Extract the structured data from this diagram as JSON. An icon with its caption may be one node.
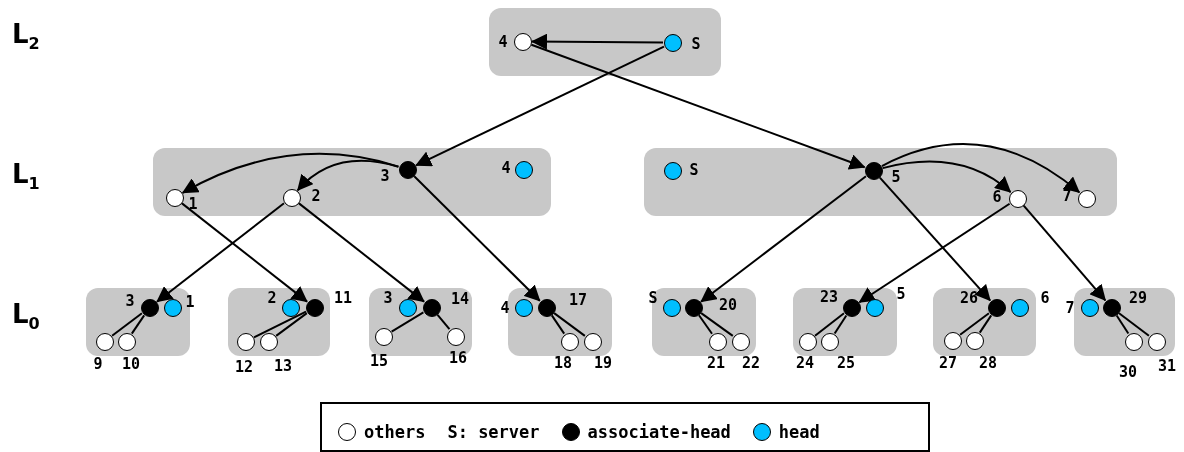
{
  "diagram": {
    "nodes": [
      {
        "text": [],
        "shape": "box"
      },
      {
        "text": [],
        "shape": "circle",
        "beside": [
          "4"
        ],
        "in": 0
      },
      {
        "text": [],
        "shape": "circle",
        "beside": [
          "S"
        ],
        "in": 0
      },
      {
        "text": [],
        "shape": "box"
      },
      {
        "text": [],
        "shape": "circle",
        "beside": [
          "1"
        ],
        "in": 3
      },
      {
        "text": [],
        "shape": "circle",
        "beside": [
          "2"
        ],
        "in": 3
      },
      {
        "text": [],
        "shape": "circle",
        "beside": [
          "3"
        ],
        "in": 3
      },
      {
        "text": [],
        "shape": "circle",
        "beside": [
          "4"
        ],
        "in": 3
      },
      {
        "text": [],
        "shape": "box"
      },
      {
        "text": [],
        "shape": "circle",
        "beside": [
          "S"
        ],
        "in": 8
      },
      {
        "text": [],
        "shape": "circle",
        "beside": [
          "5"
        ],
        "in": 8
      },
      {
        "text": [],
        "shape": "circle",
        "beside": [
          "6"
        ],
        "in": 8
      },
      {
        "text": [],
        "shape": "circle",
        "beside": [
          "7"
        ],
        "in": 8
      },
      {
        "text": [],
        "shape": "box"
      },
      {
        "text": [],
        "shape": "circle",
        "beside": [
          "3"
        ],
        "in": 13
      },
      {
        "text": [],
        "shape": "circle",
        "beside": [
          "1"
        ],
        "in": 13
      },
      {
        "text": [],
        "shape": "circle",
        "beside": [
          "9"
        ],
        "in": 13
      },
      {
        "text": [],
        "shape": "circle",
        "beside": [
          "10"
        ],
        "in": 13
      },
      {
        "text": [],
        "shape": "box"
      },
      {
        "text": [],
        "shape": "circle",
        "beside": [
          "2"
        ],
        "in": 18
      },
      {
        "text": [],
        "shape": "circle",
        "beside": [
          "11"
        ],
        "in": 18
      },
      {
        "text": [],
        "shape": "circle",
        "beside": [
          "12"
        ],
        "in": 18
      },
      {
        "text": [],
        "shape": "circle",
        "beside": [
          "13"
        ],
        "in": 18
      },
      {
        "text": [],
        "shape": "box"
      },
      {
        "text": [],
        "shape": "circle",
        "beside": [
          "3"
        ],
        "in": 23
      },
      {
        "text": [],
        "shape": "circle",
        "beside": [
          "14"
        ],
        "in": 23
      },
      {
        "text": [],
        "shape": "circle",
        "beside": [
          "15"
        ],
        "in": 23
      },
      {
        "text": [],
        "shape": "circle",
        "beside": [
          "16"
        ],
        "in": 23
      },
      {
        "text": [],
        "shape": "box"
      },
      {
        "text": [],
        "shape": "circle",
        "beside": [
          "4"
        ],
        "in": 28
      },
      {
        "text": [],
        "shape": "circle",
        "beside": [
          "17"
        ],
        "in": 28
      },
      {
        "text": [],
        "shape": "circle",
        "beside": [
          "18"
        ],
        "in": 28
      },
      {
        "text": [],
        "shape": "circle",
        "beside": [
          "19"
        ],
        "in": 28
      },
      {
        "text": [],
        "shape": "box"
      },
      {
        "text": [],
        "shape": "circle",
        "beside": [
          "S"
        ],
        "in": 33
      },
      {
        "text": [],
        "shape": "circle",
        "beside": [
          "20"
        ],
        "in": 33
      },
      {
        "text": [],
        "shape": "circle",
        "beside": [
          "21"
        ],
        "in": 33
      },
      {
        "text": [],
        "shape": "circle",
        "beside": [
          "22"
        ],
        "in": 33
      },
      {
        "text": [],
        "shape": "box"
      },
      {
        "text": [],
        "shape": "circle",
        "beside": [
          "23"
        ],
        "in": 38
      },
      {
        "text": [],
        "shape": "circle",
        "beside": [
          "5"
        ],
        "in": 38
      },
      {
        "text": [],
        "shape": "circle",
        "beside": [
          "24"
        ],
        "in": 38
      },
      {
        "text": [],
        "shape": "circle",
        "beside": [
          "25"
        ],
        "in": 38
      },
      {
        "text": [],
        "shape": "box"
      },
      {
        "text": [],
        "shape": "circle",
        "beside": [
          "26"
        ],
        "in": 43
      },
      {
        "text": [],
        "shape": "circle",
        "beside": [
          "6"
        ],
        "in": 43
      },
      {
        "text": [],
        "shape": "circle",
        "beside": [
          "27"
        ],
        "in": 43
      },
      {
        "text": [],
        "shape": "circle",
        "beside": [
          "28"
        ],
        "in": 43
      },
      {
        "text": [],
        "shape": "box"
      },
      {
        "text": [],
        "shape": "circle",
        "beside": [
          "7"
        ],
        "in": 48
      },
      {
        "text": [],
        "shape": "circle",
        "beside": [
          "29"
        ],
        "in": 48
      },
      {
        "text": [],
        "shape": "circle",
        "beside": [
          "30"
        ],
        "in": 48
      },
      {
        "text": [],
        "shape": "circle",
        "beside": [
          "31"
        ],
        "in": 48
      }
    ],
    "edges": [
      {
        "from": 2,
        "to": 1,
        "arrow": "to"
      },
      {
        "from": 2,
        "to": 6,
        "arrow": "to"
      },
      {
        "from": 1,
        "to": 10,
        "arrow": "to"
      },
      {
        "from": 6,
        "to": 4,
        "arrow": "to"
      },
      {
        "from": 6,
        "to": 5,
        "arrow": "to"
      },
      {
        "from": 10,
        "to": 11,
        "arrow": "to"
      },
      {
        "from": 10,
        "to": 12,
        "arrow": "to"
      },
      {
        "from": 5,
        "to": 14,
        "arrow": "to"
      },
      {
        "from": 4,
        "to": 20,
        "arrow": "to"
      },
      {
        "from": 5,
        "to": 25,
        "arrow": "to"
      },
      {
        "from": 6,
        "to": 30,
        "arrow": "to"
      },
      {
        "from": 10,
        "to": 35,
        "arrow": "to"
      },
      {
        "from": 11,
        "to": 39,
        "arrow": "to"
      },
      {
        "from": 10,
        "to": 44,
        "arrow": "to"
      },
      {
        "from": 11,
        "to": 50,
        "arrow": "to"
      },
      {
        "from": 14,
        "to": 16,
        "arrow": "none"
      },
      {
        "from": 14,
        "to": 17,
        "arrow": "none"
      },
      {
        "from": 20,
        "to": 21,
        "arrow": "none"
      },
      {
        "from": 20,
        "to": 22,
        "arrow": "none"
      },
      {
        "from": 25,
        "to": 26,
        "arrow": "none"
      },
      {
        "from": 25,
        "to": 27,
        "arrow": "none"
      },
      {
        "from": 30,
        "to": 31,
        "arrow": "none"
      },
      {
        "from": 30,
        "to": 32,
        "arrow": "none"
      },
      {
        "from": 35,
        "to": 36,
        "arrow": "none"
      },
      {
        "from": 35,
        "to": 37,
        "arrow": "none"
      },
      {
        "from": 39,
        "to": 41,
        "arrow": "none"
      },
      {
        "from": 39,
        "to": 42,
        "arrow": "none"
      },
      {
        "from": 44,
        "to": 46,
        "arrow": "none"
      },
      {
        "from": 44,
        "to": 47,
        "arrow": "none"
      },
      {
        "from": 50,
        "to": 51,
        "arrow": "none"
      },
      {
        "from": 50,
        "to": 52,
        "arrow": "none"
      }
    ],
    "labels": [
      "L$_{2}$",
      "L$_{1}$",
      "L$_{0}$"
    ],
    "legend": [
      {
        "text": "others",
        "color": "#ffffff"
      },
      {
        "text": "S: server"
      },
      {
        "text": "associate-head",
        "color": "#000000"
      },
      {
        "text": "head",
        "color": "#00bfff"
      }
    ]
  }
}
